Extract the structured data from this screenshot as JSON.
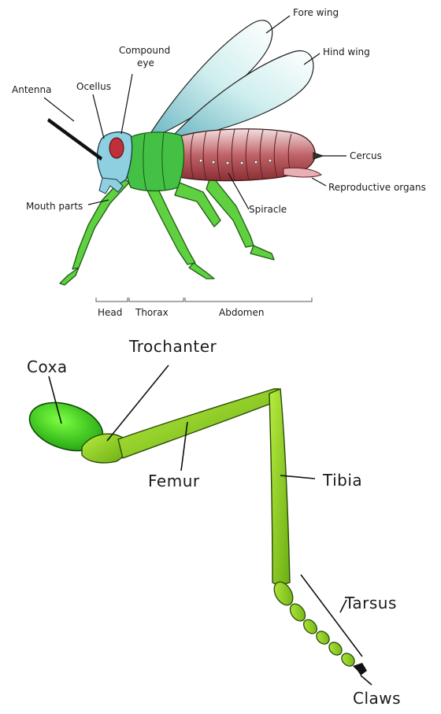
{
  "insect": {
    "labels": {
      "fore_wing": "Fore wing",
      "hind_wing": "Hind wing",
      "compound_eye_line1": "Compound",
      "compound_eye_line2": "eye",
      "ocellus": "Ocellus",
      "antenna": "Antenna",
      "cercus": "Cercus",
      "reproductive_organs": "Reproductive organs",
      "mouth_parts": "Mouth parts",
      "spiracle": "Spiracle"
    },
    "segments": {
      "head": "Head",
      "thorax": "Thorax",
      "abdomen": "Abdomen"
    }
  },
  "leg": {
    "labels": {
      "coxa": "Coxa",
      "trochanter": "Trochanter",
      "femur": "Femur",
      "tibia": "Tibia",
      "tarsus": "Tarsus",
      "claws": "Claws"
    }
  },
  "colors": {
    "head_blue": "#8fd0e0",
    "eye_red": "#c0303a",
    "thorax_green": "#3cb83c",
    "abdomen_red": "#b8585c",
    "wing_fill": "#d8f0ee",
    "leg_green": "#8fd020",
    "leg_dark": "#5a9a10",
    "coxa_green": "#30c020"
  }
}
